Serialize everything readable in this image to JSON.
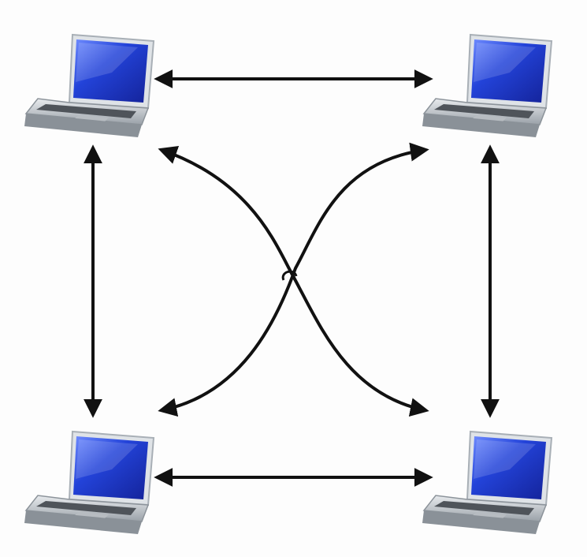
{
  "diagram": {
    "nodes": [
      {
        "id": "top-left",
        "kind": "laptop",
        "icon": "laptop-icon"
      },
      {
        "id": "top-right",
        "kind": "laptop",
        "icon": "laptop-icon"
      },
      {
        "id": "bottom-left",
        "kind": "laptop",
        "icon": "laptop-icon"
      },
      {
        "id": "bottom-right",
        "kind": "laptop",
        "icon": "laptop-icon"
      }
    ],
    "edges": [
      {
        "from": "top-left",
        "to": "top-right",
        "direction": "bidirectional",
        "shape": "straight"
      },
      {
        "from": "bottom-left",
        "to": "bottom-right",
        "direction": "bidirectional",
        "shape": "straight"
      },
      {
        "from": "top-left",
        "to": "bottom-left",
        "direction": "bidirectional",
        "shape": "straight"
      },
      {
        "from": "top-right",
        "to": "bottom-right",
        "direction": "bidirectional",
        "shape": "straight"
      },
      {
        "from": "top-left",
        "to": "bottom-right",
        "direction": "bidirectional",
        "shape": "curved"
      },
      {
        "from": "top-right",
        "to": "bottom-left",
        "direction": "bidirectional",
        "shape": "curved"
      }
    ],
    "colors": {
      "arrow": "#111111",
      "screen": "#1f3fd6",
      "screen_highlight": "#6f8cff",
      "body": "#c8cdd2",
      "keyboard": "#5b6066"
    }
  }
}
